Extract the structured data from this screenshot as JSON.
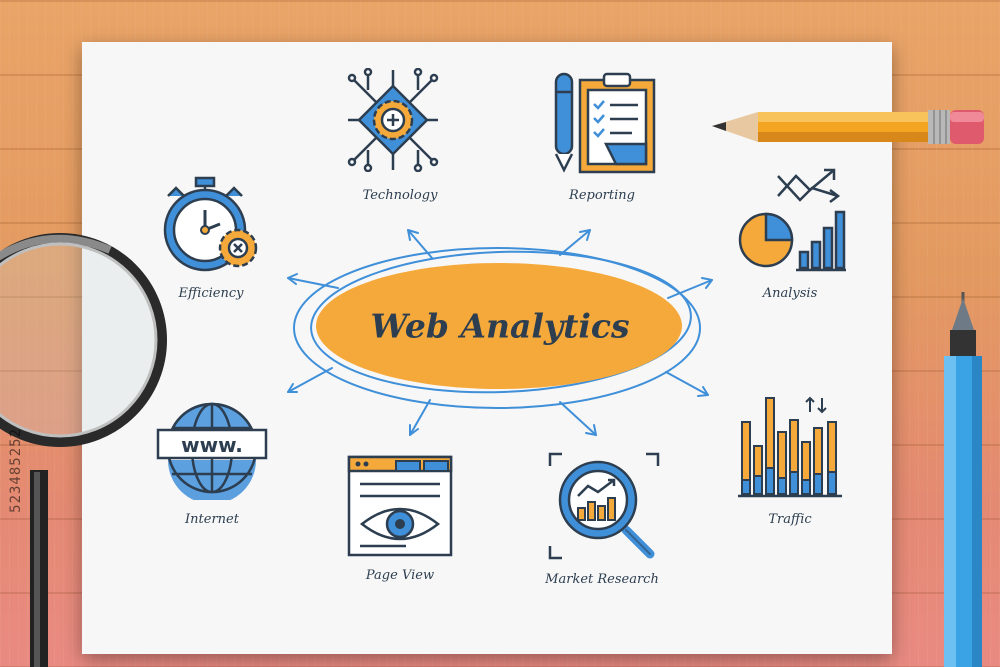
{
  "title": "Web Analytics",
  "nodes": {
    "technology": "Technology",
    "reporting": "Reporting",
    "analysis": "Analysis",
    "efficiency": "Efficiency",
    "internet": "Internet",
    "page_view": "Page View",
    "market_research": "Market Research",
    "traffic": "Traffic",
    "www_text": "www."
  },
  "stock_id": "523485252",
  "colors": {
    "orange": "#f5a93a",
    "blue": "#3f8fd9",
    "navy": "#2c3e50",
    "paper": "#f7f7f7"
  }
}
